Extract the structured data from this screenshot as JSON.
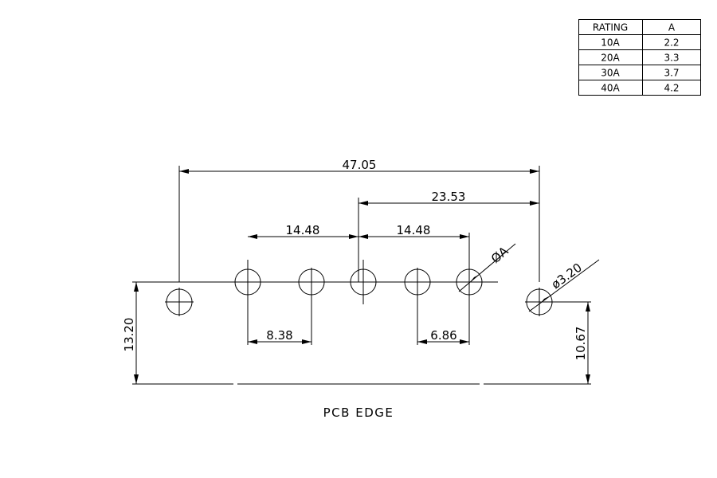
{
  "rating_table": {
    "headers": [
      "RATING",
      "A"
    ],
    "rows": [
      [
        "10A",
        "2.2"
      ],
      [
        "20A",
        "3.3"
      ],
      [
        "30A",
        "3.7"
      ],
      [
        "40A",
        "4.2"
      ]
    ]
  },
  "dimensions": {
    "overall_width": "47.05",
    "half_width": "23.53",
    "pitch_left": "14.48",
    "pitch_right": "14.48",
    "spacing_left": "8.38",
    "spacing_right": "6.86",
    "left_height": "13.20",
    "right_height": "10.67",
    "hole_dia_variable": "ØA",
    "hole_dia_fixed": "ø3.20"
  },
  "labels": {
    "pcb_edge": "PCB EDGE"
  }
}
